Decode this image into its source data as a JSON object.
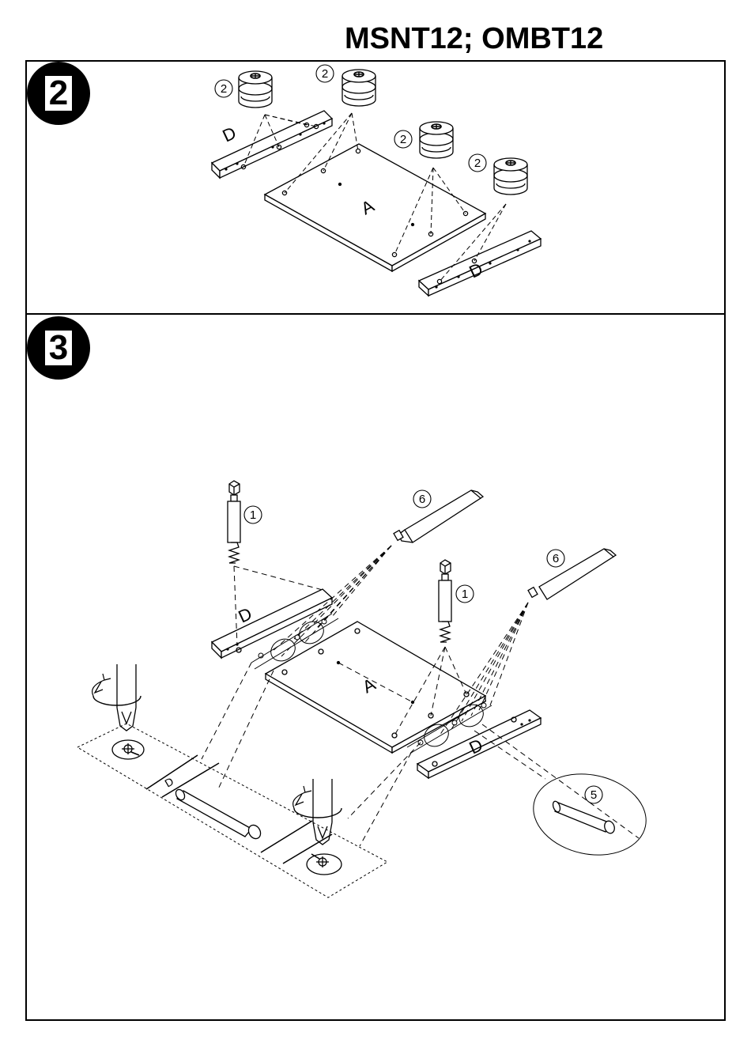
{
  "header": {
    "model_code": "MSNT12; OMBT12"
  },
  "steps": [
    {
      "number": "2",
      "part_labels": {
        "board_center": "A",
        "board_side": "D"
      },
      "callout": "2"
    },
    {
      "number": "3",
      "part_labels": {
        "board_center": "A",
        "board_side": "D"
      },
      "callouts": {
        "bolt": "1",
        "glue": "6",
        "dowel": "5"
      }
    }
  ],
  "colors": {
    "ink": "#000000",
    "paper": "#ffffff"
  },
  "icons": [
    "cam-lock-icon",
    "cam-bolt-icon",
    "glue-tube-icon",
    "dowel-icon",
    "screwdriver-icon",
    "rotate-arrow-icon"
  ]
}
